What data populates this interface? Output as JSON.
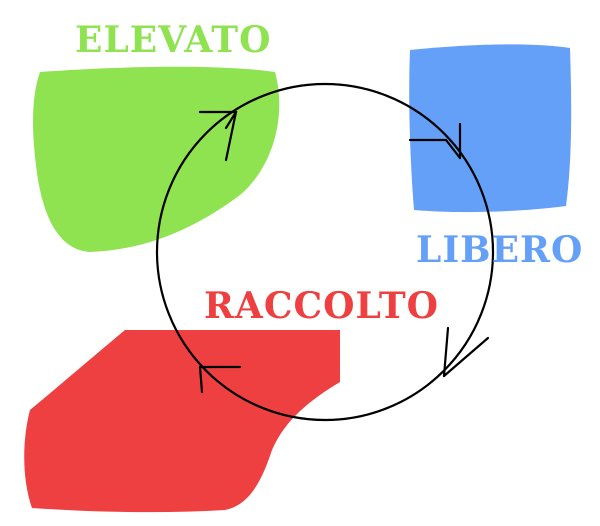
{
  "labels": {
    "top_left": "ELEVATO",
    "right": "LIBERO",
    "center": "RACCOLTO"
  },
  "colors": {
    "green": "#8fe351",
    "blue": "#64a0f7",
    "red": "#ee4040",
    "outline": "#000000",
    "background": "#ffffff"
  }
}
